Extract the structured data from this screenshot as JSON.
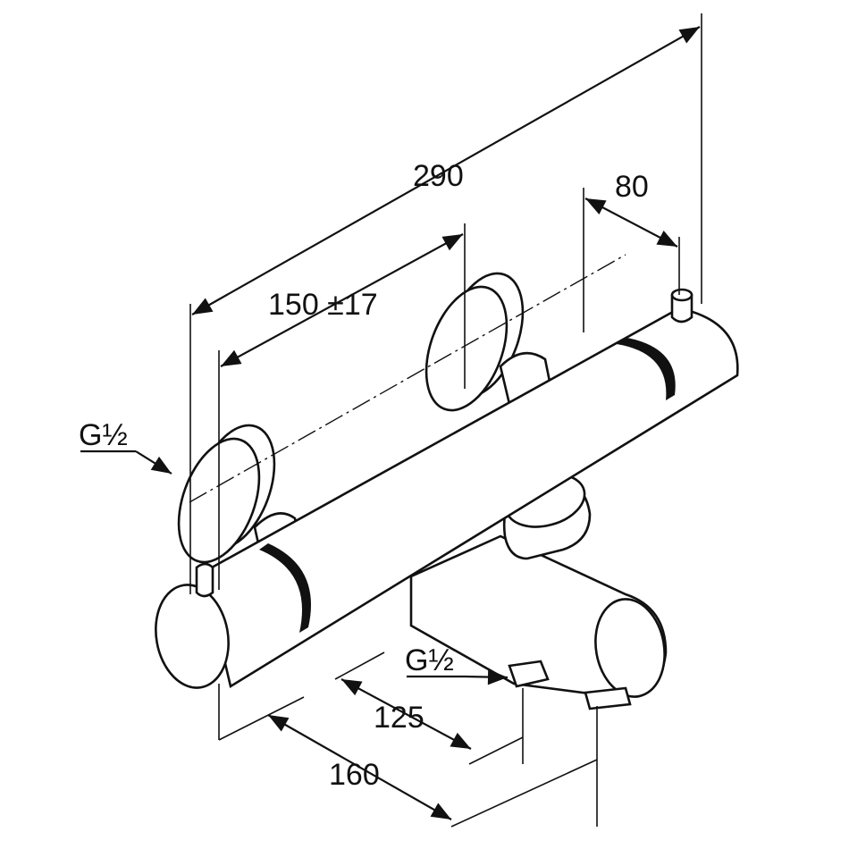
{
  "title": "Thermostatic bath mixer dimension drawing",
  "dimensions": {
    "overall_width": "290",
    "right_offset": "80",
    "centres": "150 ±17",
    "spout_offset": "125",
    "spout_depth": "160",
    "inlet_thread_top": "G½",
    "outlet_thread_bottom": "G½"
  },
  "colors": {
    "line": "#111111",
    "background": "#ffffff"
  }
}
